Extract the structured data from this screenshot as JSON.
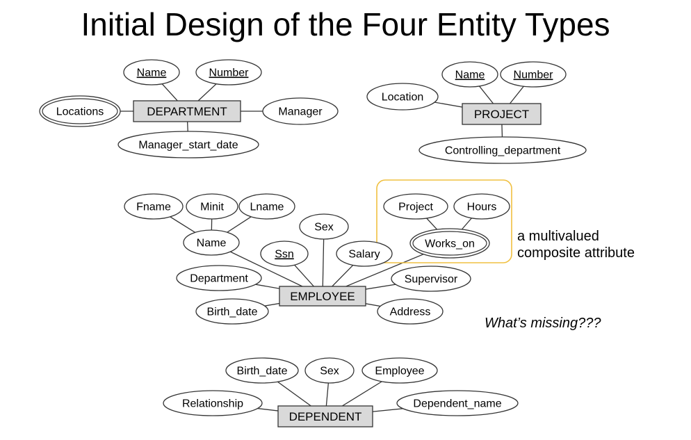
{
  "title": "Initial Design of the Four Entity Types",
  "annotation": [
    "a multivalued",
    "composite attribute"
  ],
  "question": "What’s missing???",
  "colors": {
    "entity_fill": "#d9d9d9",
    "stroke": "#333333",
    "highlight": "#f0c040"
  },
  "entities": [
    {
      "id": "department",
      "label": "DEPARTMENT"
    },
    {
      "id": "project",
      "label": "PROJECT"
    },
    {
      "id": "employee",
      "label": "EMPLOYEE"
    },
    {
      "id": "dependent",
      "label": "DEPENDENT"
    }
  ],
  "attributes": [
    {
      "id": "dept-name",
      "label": "Name",
      "key": true,
      "multi": false
    },
    {
      "id": "dept-number",
      "label": "Number",
      "key": true,
      "multi": false
    },
    {
      "id": "dept-locations",
      "label": "Locations",
      "key": false,
      "multi": true
    },
    {
      "id": "dept-manager",
      "label": "Manager",
      "key": false,
      "multi": false
    },
    {
      "id": "dept-manager-start-date",
      "label": "Manager_start_date",
      "key": false,
      "multi": false
    },
    {
      "id": "proj-name",
      "label": "Name",
      "key": true,
      "multi": false
    },
    {
      "id": "proj-number",
      "label": "Number",
      "key": true,
      "multi": false
    },
    {
      "id": "proj-location",
      "label": "Location",
      "key": false,
      "multi": false
    },
    {
      "id": "proj-controlling-department",
      "label": "Controlling_department",
      "key": false,
      "multi": false
    },
    {
      "id": "emp-fname",
      "label": "Fname",
      "key": false,
      "multi": false
    },
    {
      "id": "emp-minit",
      "label": "Minit",
      "key": false,
      "multi": false
    },
    {
      "id": "emp-lname",
      "label": "Lname",
      "key": false,
      "multi": false
    },
    {
      "id": "emp-name",
      "label": "Name",
      "key": false,
      "multi": false
    },
    {
      "id": "emp-sex",
      "label": "Sex",
      "key": false,
      "multi": false
    },
    {
      "id": "emp-ssn",
      "label": "Ssn",
      "key": true,
      "multi": false
    },
    {
      "id": "emp-salary",
      "label": "Salary",
      "key": false,
      "multi": false
    },
    {
      "id": "emp-project",
      "label": "Project",
      "key": false,
      "multi": false
    },
    {
      "id": "emp-hours",
      "label": "Hours",
      "key": false,
      "multi": false
    },
    {
      "id": "emp-works-on",
      "label": "Works_on",
      "key": false,
      "multi": true
    },
    {
      "id": "emp-department",
      "label": "Department",
      "key": false,
      "multi": false
    },
    {
      "id": "emp-supervisor",
      "label": "Supervisor",
      "key": false,
      "multi": false
    },
    {
      "id": "emp-birth-date",
      "label": "Birth_date",
      "key": false,
      "multi": false
    },
    {
      "id": "emp-address",
      "label": "Address",
      "key": false,
      "multi": false
    },
    {
      "id": "dep-birth-date",
      "label": "Birth_date",
      "key": false,
      "multi": false
    },
    {
      "id": "dep-sex",
      "label": "Sex",
      "key": false,
      "multi": false
    },
    {
      "id": "dep-employee",
      "label": "Employee",
      "key": false,
      "multi": false
    },
    {
      "id": "dep-relationship",
      "label": "Relationship",
      "key": false,
      "multi": false
    },
    {
      "id": "dep-dependent-name",
      "label": "Dependent_name",
      "key": false,
      "multi": false
    }
  ],
  "links": [
    [
      "dept-name",
      "department"
    ],
    [
      "dept-number",
      "department"
    ],
    [
      "dept-locations",
      "department"
    ],
    [
      "dept-manager",
      "department"
    ],
    [
      "dept-manager-start-date",
      "department"
    ],
    [
      "proj-name",
      "project"
    ],
    [
      "proj-number",
      "project"
    ],
    [
      "proj-location",
      "project"
    ],
    [
      "proj-controlling-department",
      "project"
    ],
    [
      "emp-fname",
      "emp-name"
    ],
    [
      "emp-minit",
      "emp-name"
    ],
    [
      "emp-lname",
      "emp-name"
    ],
    [
      "emp-name",
      "employee"
    ],
    [
      "emp-sex",
      "employee"
    ],
    [
      "emp-ssn",
      "employee"
    ],
    [
      "emp-salary",
      "employee"
    ],
    [
      "emp-project",
      "emp-works-on"
    ],
    [
      "emp-hours",
      "emp-works-on"
    ],
    [
      "emp-works-on",
      "employee"
    ],
    [
      "emp-department",
      "employee"
    ],
    [
      "emp-supervisor",
      "employee"
    ],
    [
      "emp-birth-date",
      "employee"
    ],
    [
      "emp-address",
      "employee"
    ],
    [
      "dep-birth-date",
      "dependent"
    ],
    [
      "dep-sex",
      "dependent"
    ],
    [
      "dep-employee",
      "dependent"
    ],
    [
      "dep-relationship",
      "dependent"
    ],
    [
      "dep-dependent-name",
      "dependent"
    ]
  ]
}
